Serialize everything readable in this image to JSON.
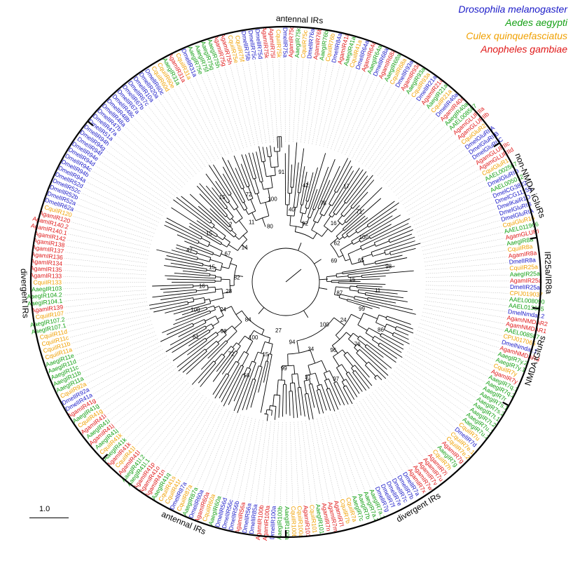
{
  "legend": [
    {
      "label": "Drosophila melanogaster",
      "color": "#1a1ac8"
    },
    {
      "label": "Aedes aegypti",
      "color": "#14a014"
    },
    {
      "label": "Culex quinquefasciatus",
      "color": "#f0a000"
    },
    {
      "label": "Anopheles gambiae",
      "color": "#e01818"
    }
  ],
  "clades": [
    {
      "label": "antennal IRs"
    },
    {
      "label": "non-NMDA iGluRs"
    },
    {
      "label": "IR25a/IR8a"
    },
    {
      "label": "NMDA iGluRs"
    },
    {
      "label": "divergent IRs"
    },
    {
      "label": "antennal IRs"
    },
    {
      "label": "divergent IRs"
    }
  ],
  "scale_bar": {
    "label": "1.0"
  },
  "bootstrap_values": [
    "82",
    "15",
    "47",
    "67",
    "15",
    "14",
    "2",
    "15",
    "11",
    "72",
    "80",
    "100",
    "91",
    "40",
    "42",
    "92",
    "78",
    "17",
    "16",
    "71",
    "62",
    "100",
    "69",
    "65",
    "98",
    "15",
    "11",
    "87",
    "99",
    "86",
    "24",
    "76",
    "100",
    "96",
    "97",
    "34",
    "31",
    "94",
    "99",
    "27",
    "15",
    "56",
    "100",
    "72",
    "84",
    "98",
    "61",
    "24",
    "100",
    "28",
    "16"
  ],
  "leaves": [
    {
      "text": "DmelIR75a",
      "color": "#1a1ac8"
    },
    {
      "text": "AgamIR75d",
      "color": "#e01818"
    },
    {
      "text": "AaegIR75k",
      "color": "#14a014"
    },
    {
      "text": "CquiIR75c",
      "color": "#f0a000"
    },
    {
      "text": "DmelIR76a",
      "color": "#1a1ac8"
    },
    {
      "text": "AgamIR76b",
      "color": "#e01818"
    },
    {
      "text": "AaegIR76b",
      "color": "#14a014"
    },
    {
      "text": "CquiIR76b",
      "color": "#f0a000"
    },
    {
      "text": "DmelIR84a",
      "color": "#1a1ac8"
    },
    {
      "text": "AgamIR41a",
      "color": "#e01818"
    },
    {
      "text": "AaegIR41a",
      "color": "#14a014"
    },
    {
      "text": "CquiIR41a",
      "color": "#f0a000"
    },
    {
      "text": "DmelIR64a",
      "color": "#1a1ac8"
    },
    {
      "text": "AgamIR64a",
      "color": "#e01818"
    },
    {
      "text": "AaegIR64a",
      "color": "#14a014"
    },
    {
      "text": "DmelIR68a",
      "color": "#1a1ac8"
    },
    {
      "text": "AgamIR68a",
      "color": "#e01818"
    },
    {
      "text": "AaegIR68a",
      "color": "#14a014"
    },
    {
      "text": "CquiIR68a",
      "color": "#f0a000"
    },
    {
      "text": "DmelIR93a",
      "color": "#1a1ac8"
    },
    {
      "text": "AgamIR93a",
      "color": "#e01818"
    },
    {
      "text": "AaegIR93a",
      "color": "#14a014"
    },
    {
      "text": "CquiIR93a",
      "color": "#f0a000"
    },
    {
      "text": "DmelIR21a",
      "color": "#1a1ac8"
    },
    {
      "text": "AgamIR21a",
      "color": "#e01818"
    },
    {
      "text": "AaegIR21a",
      "color": "#14a014"
    },
    {
      "text": "CquiIR21a",
      "color": "#f0a000"
    },
    {
      "text": "DmelIR40a",
      "color": "#1a1ac8"
    },
    {
      "text": "AgamIR40a",
      "color": "#e01818"
    },
    {
      "text": "AaegIR40a",
      "color": "#14a014"
    },
    {
      "text": "AAEL008587",
      "color": "#14a014"
    },
    {
      "text": "AgamGLURIIa",
      "color": "#e01818"
    },
    {
      "text": "AgamGLURIIb",
      "color": "#e01818"
    },
    {
      "text": "CquiGluR2",
      "color": "#f0a000"
    },
    {
      "text": "DmelGluRIIA",
      "color": "#1a1ac8"
    },
    {
      "text": "DmelGluRIIB",
      "color": "#1a1ac8"
    },
    {
      "text": "DmelGluRIIC",
      "color": "#1a1ac8"
    },
    {
      "text": "AgamGLURIIc",
      "color": "#e01818"
    },
    {
      "text": "AgamGLURIId",
      "color": "#e01818"
    },
    {
      "text": "CquiGluR1",
      "color": "#f0a000"
    },
    {
      "text": "AAEL002567",
      "color": "#14a014"
    },
    {
      "text": "DmelGluRID",
      "color": "#1a1ac8"
    },
    {
      "text": "AAEL005012",
      "color": "#14a014"
    },
    {
      "text": "DmelCG3822",
      "color": "#1a1ac8"
    },
    {
      "text": "DmelCG11155",
      "color": "#1a1ac8"
    },
    {
      "text": "DmelKaiR1D",
      "color": "#1a1ac8"
    },
    {
      "text": "DmelGluRIB",
      "color": "#1a1ac8"
    },
    {
      "text": "DmelGluRIA",
      "color": "#1a1ac8"
    },
    {
      "text": "CquiGluR16",
      "color": "#f0a000"
    },
    {
      "text": "AAEL011966",
      "color": "#14a014"
    },
    {
      "text": "AgamGLURI",
      "color": "#e01818"
    },
    {
      "text": "AaegIR8a",
      "color": "#14a014"
    },
    {
      "text": "CquiIR8a",
      "color": "#f0a000"
    },
    {
      "text": "AgamIR8a",
      "color": "#e01818"
    },
    {
      "text": "DmelIR8a",
      "color": "#1a1ac8"
    },
    {
      "text": "CquiIR25a",
      "color": "#f0a000"
    },
    {
      "text": "AaegIR25a",
      "color": "#14a014"
    },
    {
      "text": "AgamIR25a",
      "color": "#e01818"
    },
    {
      "text": "DmelIR25a",
      "color": "#1a1ac8"
    },
    {
      "text": "CPIJ019037",
      "color": "#f0a000"
    },
    {
      "text": "AAEL008090",
      "color": "#14a014"
    },
    {
      "text": "AAEL013665",
      "color": "#14a014"
    },
    {
      "text": "DmelNmdar.2",
      "color": "#1a1ac8"
    },
    {
      "text": "AgamNMDAR2",
      "color": "#e01818"
    },
    {
      "text": "AgamNMDAR1",
      "color": "#e01818"
    },
    {
      "text": "AAEL008587",
      "color": "#14a014"
    },
    {
      "text": "CPIJ017065",
      "color": "#f0a000"
    },
    {
      "text": "DmelNmdar.1",
      "color": "#1a1ac8"
    },
    {
      "text": "AgamNMDAR3",
      "color": "#e01818"
    },
    {
      "text": "AaegIR7y.2",
      "color": "#14a014"
    },
    {
      "text": "AaegIR7y.1",
      "color": "#14a014"
    },
    {
      "text": "CquiIR7y",
      "color": "#f0a000"
    },
    {
      "text": "AgamIR7y",
      "color": "#e01818"
    },
    {
      "text": "AaegIR7q.1",
      "color": "#14a014"
    },
    {
      "text": "AaegIR7q.2",
      "color": "#14a014"
    },
    {
      "text": "AaegIR7r",
      "color": "#14a014"
    },
    {
      "text": "AaegIR7s.1",
      "color": "#14a014"
    },
    {
      "text": "AaegIR7s.2",
      "color": "#14a014"
    },
    {
      "text": "AaegIR7t.1",
      "color": "#14a014"
    },
    {
      "text": "AaegIR7t.2",
      "color": "#14a014"
    },
    {
      "text": "AaegIR7u.1",
      "color": "#14a014"
    },
    {
      "text": "AaegIR7u.2",
      "color": "#14a014"
    },
    {
      "text": "CquiIR7u",
      "color": "#f0a000"
    },
    {
      "text": "DmelIR7d",
      "color": "#1a1ac8"
    },
    {
      "text": "CquiIR7e.1",
      "color": "#f0a000"
    },
    {
      "text": "CquiIR7e.2",
      "color": "#f0a000"
    },
    {
      "text": "AgamIR7g",
      "color": "#e01818"
    },
    {
      "text": "AaegIR7g",
      "color": "#14a014"
    },
    {
      "text": "CquiIR7h",
      "color": "#f0a000"
    },
    {
      "text": "AgamIR7i",
      "color": "#e01818"
    },
    {
      "text": "AgamIR7u",
      "color": "#e01818"
    },
    {
      "text": "AgamIR7v",
      "color": "#e01818"
    },
    {
      "text": "AgamIR7w",
      "color": "#e01818"
    },
    {
      "text": "AgamIR7x",
      "color": "#e01818"
    },
    {
      "text": "DmelIR7a",
      "color": "#1a1ac8"
    },
    {
      "text": "DmelIR7b",
      "color": "#1a1ac8"
    },
    {
      "text": "DmelIR7c",
      "color": "#1a1ac8"
    },
    {
      "text": "DmelIR7e",
      "color": "#1a1ac8"
    },
    {
      "text": "DmelIR7f",
      "color": "#1a1ac8"
    },
    {
      "text": "DmelIR7g",
      "color": "#1a1ac8"
    },
    {
      "text": "AaegIR7a.1",
      "color": "#14a014"
    },
    {
      "text": "AaegIR7a.2",
      "color": "#14a014"
    },
    {
      "text": "AaegIR7b",
      "color": "#14a014"
    },
    {
      "text": "AaegIR7c",
      "color": "#14a014"
    },
    {
      "text": "CquiIR7a",
      "color": "#f0a000"
    },
    {
      "text": "CquiIR7b",
      "color": "#f0a000"
    },
    {
      "text": "AgamIR7l",
      "color": "#e01818"
    },
    {
      "text": "AgamIR7m",
      "color": "#e01818"
    },
    {
      "text": "AgamIR7n",
      "color": "#e01818"
    },
    {
      "text": "AaegIR101",
      "color": "#14a014"
    },
    {
      "text": "CquiIR101",
      "color": "#f0a000"
    },
    {
      "text": "AgamIR101",
      "color": "#e01818"
    },
    {
      "text": "CquiIR100a",
      "color": "#f0a000"
    },
    {
      "text": "CquiIR100b",
      "color": "#f0a000"
    },
    {
      "text": "AaegIR100a",
      "color": "#14a014"
    },
    {
      "text": "AaegIR100b",
      "color": "#14a014"
    },
    {
      "text": "DmelIR100a",
      "color": "#1a1ac8"
    },
    {
      "text": "AgamIR100a",
      "color": "#e01818"
    },
    {
      "text": "AgamIR100b",
      "color": "#e01818"
    },
    {
      "text": "DmelIR85a",
      "color": "#1a1ac8"
    },
    {
      "text": "DmelIR56a",
      "color": "#1a1ac8"
    },
    {
      "text": "AgamIR56a",
      "color": "#e01818"
    },
    {
      "text": "DmelIR56b",
      "color": "#1a1ac8"
    },
    {
      "text": "DmelIR56c",
      "color": "#1a1ac8"
    },
    {
      "text": "DmelIR56d",
      "color": "#1a1ac8"
    },
    {
      "text": "AaegIR60a",
      "color": "#14a014"
    },
    {
      "text": "CquiIR60a",
      "color": "#f0a000"
    },
    {
      "text": "AgamIR60a",
      "color": "#e01818"
    },
    {
      "text": "DmelIR60a",
      "color": "#1a1ac8"
    },
    {
      "text": "AaegIR87a",
      "color": "#14a014"
    },
    {
      "text": "CquiIR87a",
      "color": "#f0a000"
    },
    {
      "text": "DmelIR87a",
      "color": "#1a1ac8"
    },
    {
      "text": "CquiIR41r",
      "color": "#f0a000"
    },
    {
      "text": "CquiIR41s",
      "color": "#f0a000"
    },
    {
      "text": "AaegIR41q",
      "color": "#14a014"
    },
    {
      "text": "AgamIR41n",
      "color": "#e01818"
    },
    {
      "text": "AgamIR41o",
      "color": "#e01818"
    },
    {
      "text": "AgamIR41p",
      "color": "#e01818"
    },
    {
      "text": "AaegIR41l.1",
      "color": "#14a014"
    },
    {
      "text": "AaegIR41l.2",
      "color": "#14a014"
    },
    {
      "text": "AgamIR41l",
      "color": "#e01818"
    },
    {
      "text": "CquiIR41l",
      "color": "#f0a000"
    },
    {
      "text": "AgamIR41k",
      "color": "#e01818"
    },
    {
      "text": "AaegIR41k",
      "color": "#14a014"
    },
    {
      "text": "CquiIR41k",
      "color": "#f0a000"
    },
    {
      "text": "AaegIR41j",
      "color": "#14a014"
    },
    {
      "text": "AgamIR41j",
      "color": "#e01818"
    },
    {
      "text": "AaegIR41i",
      "color": "#14a014"
    },
    {
      "text": "AgamIR41i",
      "color": "#e01818"
    },
    {
      "text": "CquiIR41g",
      "color": "#f0a000"
    },
    {
      "text": "AaegIR41g",
      "color": "#14a014"
    },
    {
      "text": "AgamIR41g",
      "color": "#e01818"
    },
    {
      "text": "DmelIR41a",
      "color": "#1a1ac8"
    },
    {
      "text": "DmelIR92a",
      "color": "#1a1ac8"
    },
    {
      "text": "CquiIR92a",
      "color": "#f0a000"
    },
    {
      "text": "AaegIR11a",
      "color": "#14a014"
    },
    {
      "text": "AaegIR11b",
      "color": "#14a014"
    },
    {
      "text": "AaegIR11c",
      "color": "#14a014"
    },
    {
      "text": "AaegIR11d",
      "color": "#14a014"
    },
    {
      "text": "AaegIR11e",
      "color": "#14a014"
    },
    {
      "text": "CquiIR11a",
      "color": "#f0a000"
    },
    {
      "text": "CquiIR11b",
      "color": "#f0a000"
    },
    {
      "text": "CquiIR11c",
      "color": "#f0a000"
    },
    {
      "text": "CquiIR11d",
      "color": "#f0a000"
    },
    {
      "text": "AaegIR107.1",
      "color": "#14a014"
    },
    {
      "text": "AaegIR107.2",
      "color": "#14a014"
    },
    {
      "text": "CquiIR107",
      "color": "#f0a000"
    },
    {
      "text": "AgamIR139",
      "color": "#e01818"
    },
    {
      "text": "AaegIR104.1",
      "color": "#14a014"
    },
    {
      "text": "AaegIR104.2",
      "color": "#14a014"
    },
    {
      "text": "AaegIR103",
      "color": "#14a014"
    },
    {
      "text": "CquiIR133",
      "color": "#f0a000"
    },
    {
      "text": "AgamIR133",
      "color": "#e01818"
    },
    {
      "text": "AgamIR135",
      "color": "#e01818"
    },
    {
      "text": "AgamIR134",
      "color": "#e01818"
    },
    {
      "text": "AgamIR136",
      "color": "#e01818"
    },
    {
      "text": "AgamIR137",
      "color": "#e01818"
    },
    {
      "text": "AgamIR138",
      "color": "#e01818"
    },
    {
      "text": "AgamIR142",
      "color": "#e01818"
    },
    {
      "text": "AgamIR140.1",
      "color": "#e01818"
    },
    {
      "text": "AgamIR140.2",
      "color": "#e01818"
    },
    {
      "text": "AgamIR120",
      "color": "#e01818"
    },
    {
      "text": "CquiIR120",
      "color": "#f0a000"
    },
    {
      "text": "DmelIR62a",
      "color": "#1a1ac8"
    },
    {
      "text": "DmelIR52a",
      "color": "#1a1ac8"
    },
    {
      "text": "DmelIR52b",
      "color": "#1a1ac8"
    },
    {
      "text": "DmelIR52c",
      "color": "#1a1ac8"
    },
    {
      "text": "DmelIR52d",
      "color": "#1a1ac8"
    },
    {
      "text": "DmelIR94a",
      "color": "#1a1ac8"
    },
    {
      "text": "DmelIR94b",
      "color": "#1a1ac8"
    },
    {
      "text": "DmelIR94c",
      "color": "#1a1ac8"
    },
    {
      "text": "DmelIR94d",
      "color": "#1a1ac8"
    },
    {
      "text": "DmelIR94e",
      "color": "#1a1ac8"
    },
    {
      "text": "DmelIR94f",
      "color": "#1a1ac8"
    },
    {
      "text": "DmelIR94g",
      "color": "#1a1ac8"
    },
    {
      "text": "DmelIR94h",
      "color": "#1a1ac8"
    },
    {
      "text": "DmelIR51a",
      "color": "#1a1ac8"
    },
    {
      "text": "DmelIR47a",
      "color": "#1a1ac8"
    },
    {
      "text": "DmelIR47b",
      "color": "#1a1ac8"
    },
    {
      "text": "DmelIR48a",
      "color": "#1a1ac8"
    },
    {
      "text": "DmelIR48b",
      "color": "#1a1ac8"
    },
    {
      "text": "DmelIR48c",
      "color": "#1a1ac8"
    },
    {
      "text": "DmelIR67a",
      "color": "#1a1ac8"
    },
    {
      "text": "DmelIR67b",
      "color": "#1a1ac8"
    },
    {
      "text": "DmelIR67c",
      "color": "#1a1ac8"
    },
    {
      "text": "DmelIR10a",
      "color": "#1a1ac8"
    },
    {
      "text": "DmelIR20a",
      "color": "#1a1ac8"
    },
    {
      "text": "DmelIR60c",
      "color": "#1a1ac8"
    },
    {
      "text": "CquiIR60d",
      "color": "#f0a000"
    },
    {
      "text": "CquiIR60e",
      "color": "#f0a000"
    },
    {
      "text": "AaegIR31a",
      "color": "#14a014"
    },
    {
      "text": "AgamIR31a",
      "color": "#e01818"
    },
    {
      "text": "CquiIR31a",
      "color": "#f0a000"
    },
    {
      "text": "DmelIR31a",
      "color": "#1a1ac8"
    },
    {
      "text": "AaegIR75e",
      "color": "#14a014"
    },
    {
      "text": "AaegIR75f",
      "color": "#14a014"
    },
    {
      "text": "AaegIR75g",
      "color": "#14a014"
    },
    {
      "text": "AaegIR75h",
      "color": "#14a014"
    },
    {
      "text": "AgamIR75g",
      "color": "#e01818"
    },
    {
      "text": "AgamIR75h",
      "color": "#e01818"
    },
    {
      "text": "CquiIR75e",
      "color": "#f0a000"
    },
    {
      "text": "CquiIR75f",
      "color": "#f0a000"
    },
    {
      "text": "DmelIR75b",
      "color": "#1a1ac8"
    },
    {
      "text": "DmelIR75c",
      "color": "#1a1ac8"
    },
    {
      "text": "DmelIR75d",
      "color": "#1a1ac8"
    },
    {
      "text": "AgamIR75k",
      "color": "#e01818"
    },
    {
      "text": "AgamIR75l",
      "color": "#e01818"
    },
    {
      "text": "CquiIR75k",
      "color": "#f0a000"
    }
  ]
}
